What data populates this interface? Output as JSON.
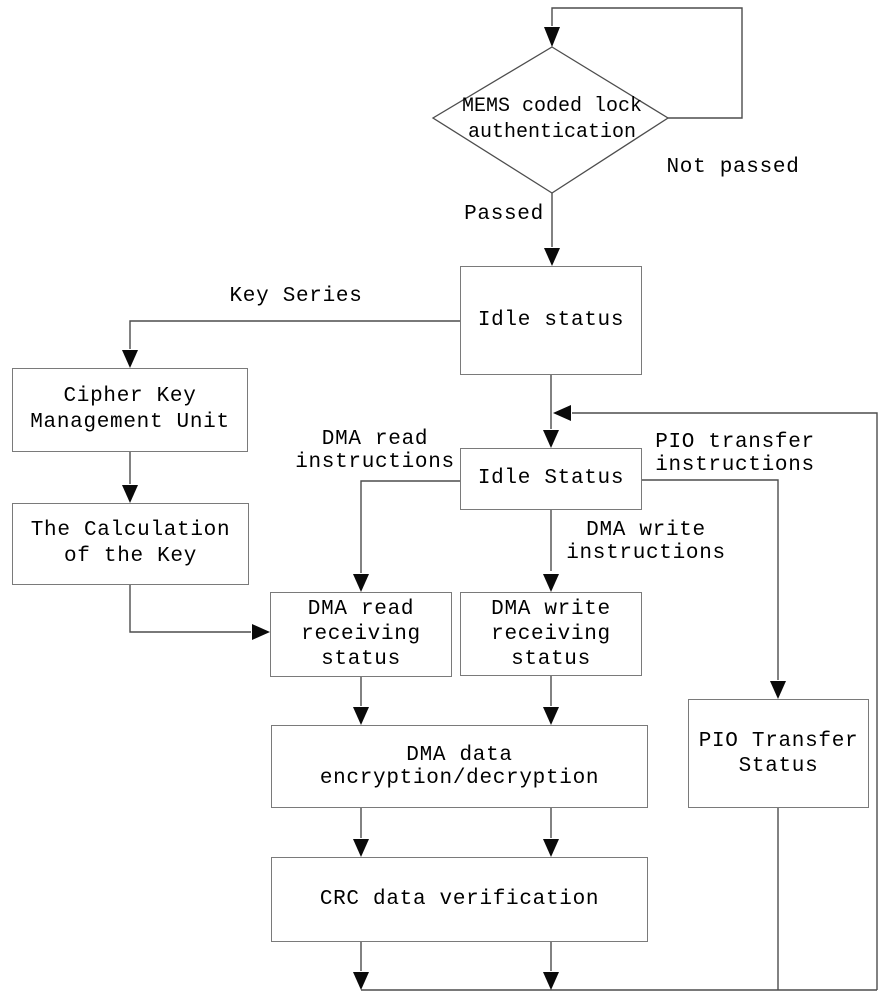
{
  "nodes": {
    "auth_decision": {
      "shape": "diamond",
      "lines": [
        "MEMS coded lock",
        "authentication"
      ]
    },
    "idle_status_1": {
      "shape": "rect",
      "lines": [
        "Idle status"
      ]
    },
    "cipher_key_mgmt": {
      "shape": "rect",
      "lines": [
        "Cipher Key",
        "Management Unit"
      ]
    },
    "key_calculation": {
      "shape": "rect",
      "lines": [
        "The Calculation",
        "of the Key"
      ]
    },
    "idle_status_2": {
      "shape": "rect",
      "lines": [
        "Idle Status"
      ]
    },
    "dma_read_recv": {
      "shape": "rect",
      "lines": [
        "DMA read",
        "receiving",
        "status"
      ]
    },
    "dma_write_recv": {
      "shape": "rect",
      "lines": [
        "DMA write",
        "receiving",
        "status"
      ]
    },
    "dma_crypto": {
      "shape": "rect",
      "lines": [
        "DMA data",
        "encryption/decryption"
      ]
    },
    "crc_verify": {
      "shape": "rect",
      "lines": [
        "CRC data verification"
      ]
    },
    "pio_transfer": {
      "shape": "rect",
      "lines": [
        "PIO Transfer",
        "Status"
      ]
    }
  },
  "edge_labels": {
    "not_passed": "Not passed",
    "passed": "Passed",
    "key_series": "Key Series",
    "dma_read_instr": {
      "lines": [
        "DMA read",
        "instructions"
      ]
    },
    "dma_write_instr": {
      "lines": [
        "DMA write",
        "instructions"
      ]
    },
    "pio_transfer_instr": {
      "lines": [
        "PIO transfer",
        "instructions"
      ]
    }
  },
  "colors": {
    "line": "#4d4d4d",
    "border": "#7a7a7a",
    "arrow": "#0a0a0a",
    "text": "#000000",
    "background": "#ffffff"
  }
}
